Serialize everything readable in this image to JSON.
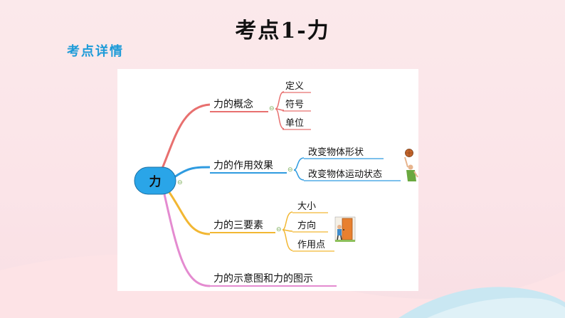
{
  "slide": {
    "title": "考点1-力",
    "subtitle": "考点详情"
  },
  "mindmap": {
    "root": "力",
    "branches": [
      {
        "label": "力的概念",
        "color": "#e8706f",
        "children": [
          "定义",
          "符号",
          "单位"
        ]
      },
      {
        "label": "力的作用效果",
        "color": "#2f9be0",
        "children": [
          "改变物体形状",
          "改变物体运动状态"
        ]
      },
      {
        "label": "力的三要素",
        "color": "#f2b733",
        "children": [
          "大小",
          "方向",
          "作用点"
        ]
      },
      {
        "label": "力的示意图和力的图示",
        "color": "#e48bd0",
        "children": []
      }
    ],
    "collapse_symbol": "⊖"
  },
  "colors": {
    "root_fill": "#2aa5e8",
    "title_text": "#111111",
    "subtitle_text": "#1d9bd8",
    "background": "#fbe6e9"
  },
  "icons": {
    "basketball_player": "basketball-player-icon",
    "door_person": "person-at-door-icon"
  }
}
